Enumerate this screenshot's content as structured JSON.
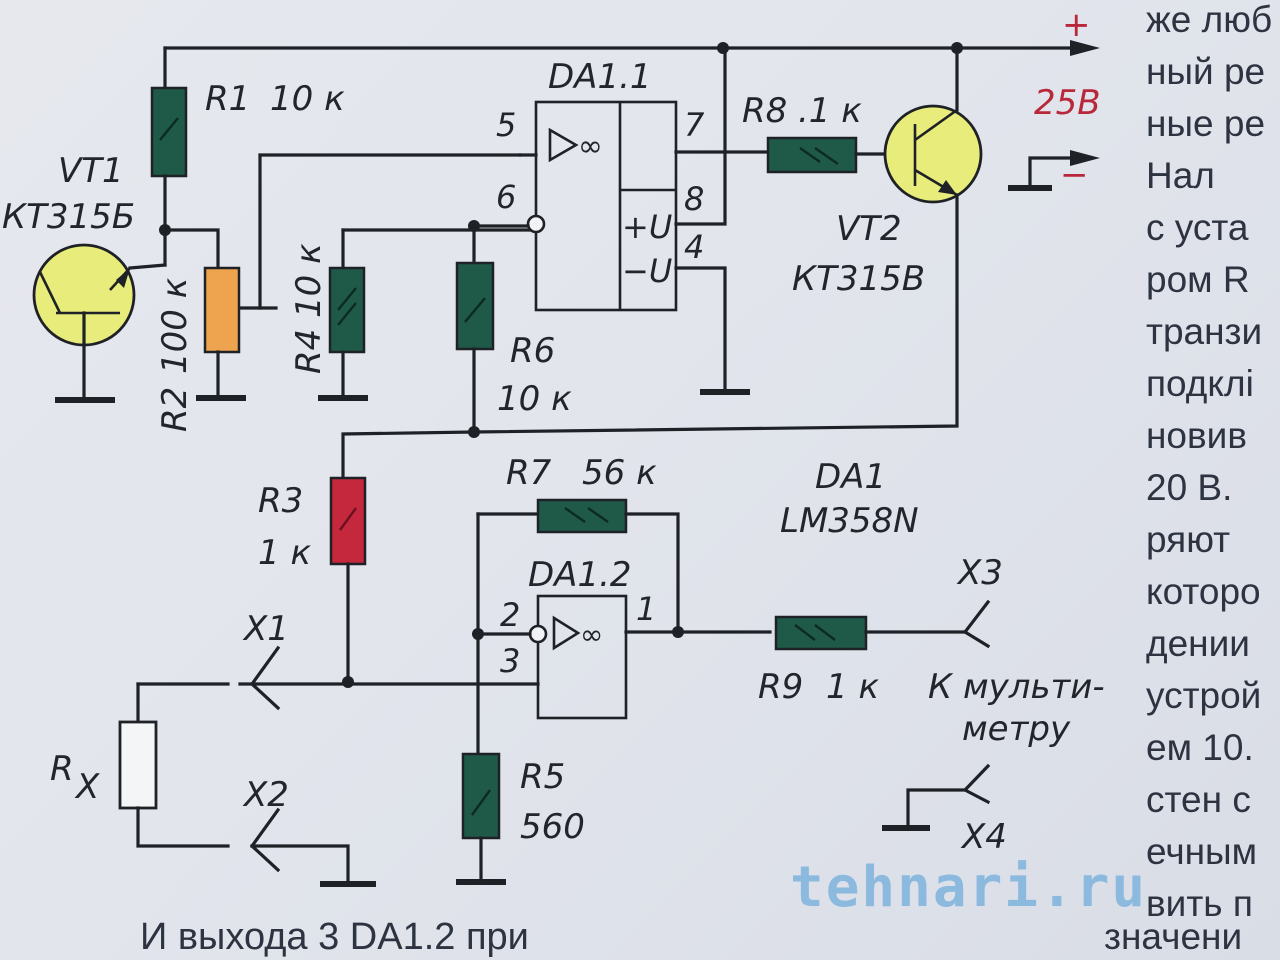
{
  "diagram": {
    "title_components": {
      "vt1": {
        "ref": "VT1",
        "part": "КТ315Б"
      },
      "vt2": {
        "ref": "VT2",
        "part": "КТ315В"
      },
      "da1": {
        "ref": "DA1",
        "part": "LM358N"
      },
      "da1_1": {
        "ref": "DA1.1",
        "symbol": "▷∞",
        "plus_u": "+U",
        "minus_u": "−U"
      },
      "da1_2": {
        "ref": "DA1.2",
        "symbol": "▷∞"
      }
    },
    "resistors": [
      {
        "ref": "R1",
        "value": "10 к",
        "color": "#1f5a48"
      },
      {
        "ref": "R2",
        "value": "100 к",
        "color": "#eea44e"
      },
      {
        "ref": "R3",
        "value": "1 к",
        "color": "#c5283d"
      },
      {
        "ref": "R4",
        "value": "10 к",
        "color": "#1f5a48"
      },
      {
        "ref": "R5",
        "value": "560",
        "color": "#1f5a48"
      },
      {
        "ref": "R6",
        "value": "10 к",
        "color": "#1f5a48"
      },
      {
        "ref": "R7",
        "value": "56 к",
        "color": "#1f5a48"
      },
      {
        "ref": "R8",
        "value": ".1 к",
        "color": "#1f5a48"
      },
      {
        "ref": "R9",
        "value": "1 к",
        "color": "#1f5a48"
      },
      {
        "ref": "Rx",
        "value": "",
        "color": "#f4f5f7"
      }
    ],
    "pins_da1_1": {
      "p5": "5",
      "p6": "6",
      "p7": "7",
      "p8": "8",
      "p4": "4"
    },
    "pins_da1_2": {
      "p2": "2",
      "p3": "3",
      "p1": "1"
    },
    "connectors": {
      "x1": "X1",
      "x2": "X2",
      "x3": "X3",
      "x4": "X4"
    },
    "multimeter_label_line1": "К мульти-",
    "multimeter_label_line2": "метру",
    "supply": {
      "plus": "+",
      "minus": "−",
      "voltage": "25В"
    },
    "rx_label": "R",
    "rx_sub": "X"
  },
  "body_text": {
    "lines": [
      "же люб",
      "ный ре",
      "ные ре",
      "    Нал",
      "с  уста",
      "ром R",
      "транзи",
      "подклі",
      "новив",
      "20 В. ",
      "ряют ",
      "которо",
      "дении",
      "устрой",
      "ем 10.",
      "стен с",
      "ечным",
      "вить п"
    ],
    "bottom_line": "И                выхода 3  DA1.2 при",
    "bottom_right": "значени"
  },
  "watermark": "tehnari.ru"
}
